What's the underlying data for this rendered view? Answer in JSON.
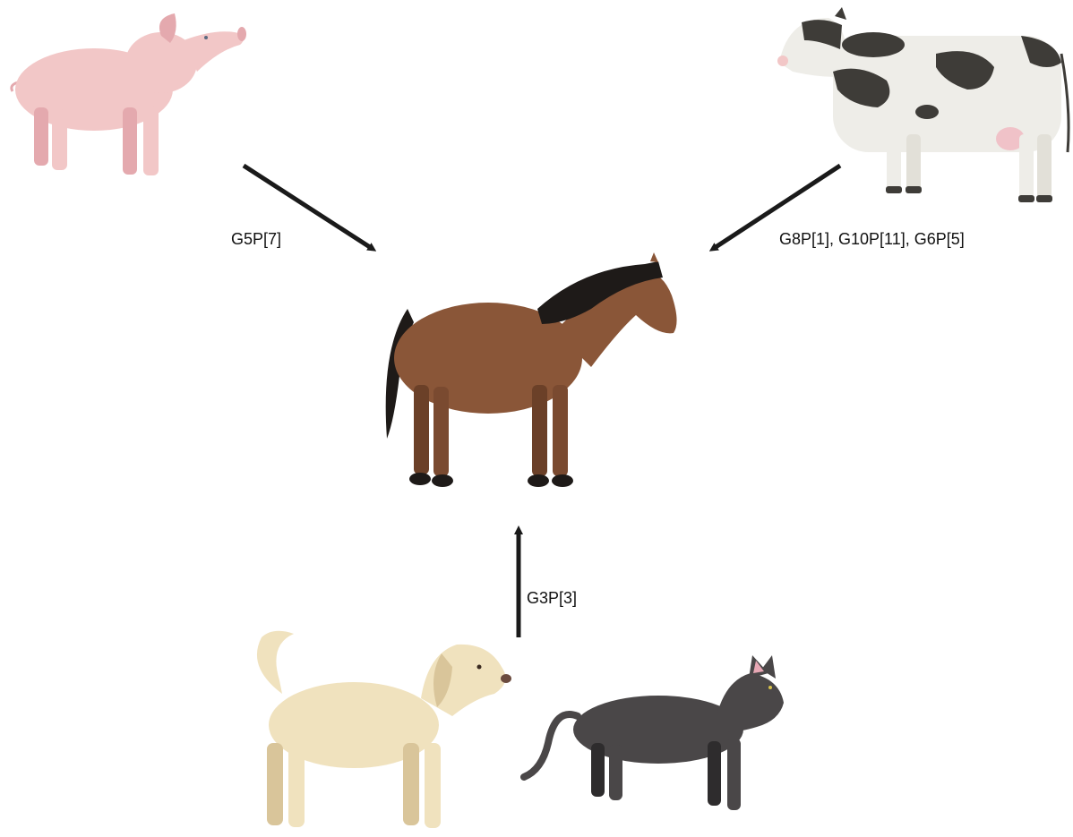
{
  "diagram": {
    "animals": [
      {
        "id": "pig",
        "name": "pig",
        "color": "#F2C7C7",
        "shade": "#E4A9AE"
      },
      {
        "id": "cow",
        "name": "cow",
        "color": "#EEEDE8",
        "shade": "#3E3C38"
      },
      {
        "id": "horse",
        "name": "horse",
        "color": "#8A5638",
        "shade": "#1E1A18"
      },
      {
        "id": "dog",
        "name": "dog",
        "color": "#F0E2BE",
        "shade": "#D9C59A"
      },
      {
        "id": "cat",
        "name": "cat",
        "color": "#4A4748",
        "shade": "#2E2C2D"
      }
    ],
    "edges": [
      {
        "from": "pig",
        "to": "horse",
        "label": "G5P[7]"
      },
      {
        "from": "cow",
        "to": "horse",
        "label": "G8P[1], G10P[11], G6P[5]"
      },
      {
        "from": "dog+cat",
        "to": "horse",
        "label": "G3P[3]"
      }
    ],
    "arrow_color": "#1A1A1A"
  }
}
